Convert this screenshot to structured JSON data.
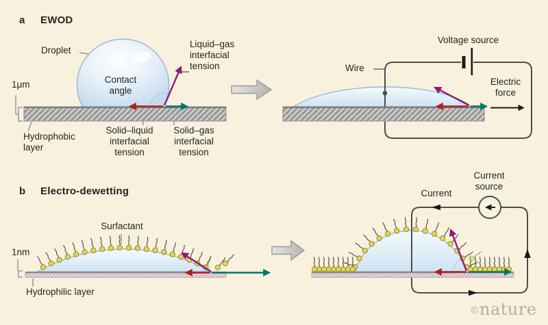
{
  "colors": {
    "background": "#f8f1de",
    "red_arrow": "#b01e23",
    "teal_arrow": "#00776b",
    "purple_arrow": "#8f1a78",
    "black_arrow": "#1a1a1a",
    "circuit_wire": "#4d4d4d",
    "droplet_fill": "#d9e9f6",
    "droplet_stroke": "#97bad6",
    "surfactant_head": "#e7d64e",
    "gray_layer": "#c9c9c9",
    "pink_layer": "#e9dee3",
    "credit_gray": "#b5b09f"
  },
  "panel_a": {
    "letter": "a",
    "title": "EWOD",
    "labels": {
      "droplet": "Droplet",
      "thickness": "1μm",
      "contact_angle": "Contact\nangle",
      "liquid_gas": "Liquid–gas\ninterfacial\ntension",
      "hydrophobic": "Hydrophobic\nlayer",
      "solid_liquid": "Solid–liquid\ninterfacial\ntension",
      "solid_gas": "Solid–gas\ninterfacial\ntension"
    },
    "right": {
      "wire": "Wire",
      "voltage_source": "Voltage source",
      "electric_force": "Electric\nforce"
    }
  },
  "panel_b": {
    "letter": "b",
    "title": "Electro-dewetting",
    "labels": {
      "surfactant": "Surfactant",
      "thickness": "1nm",
      "hydrophilic": "Hydrophilic layer"
    },
    "right": {
      "current": "Current",
      "current_source": "Current\nsource"
    }
  },
  "credit": {
    "symbol": "©",
    "name": "nature"
  }
}
